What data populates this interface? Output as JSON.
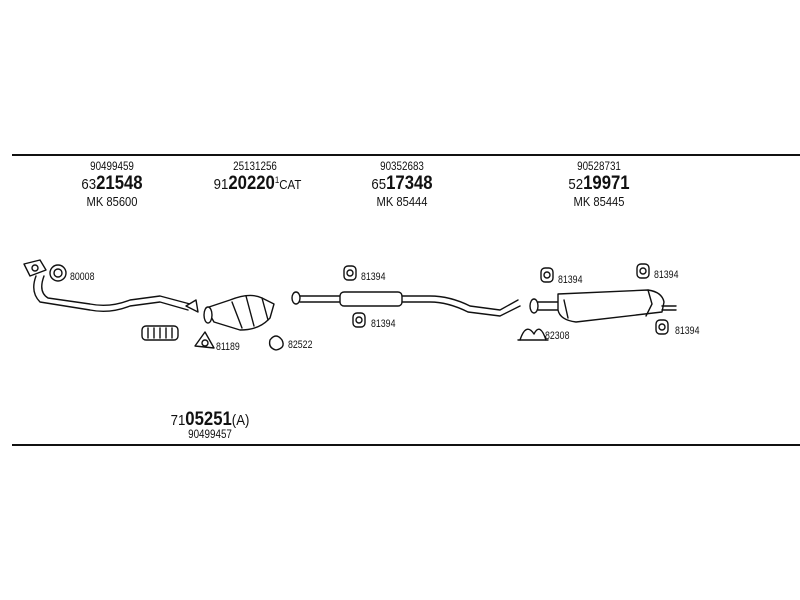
{
  "groups": [
    {
      "oe": "90499459",
      "part_prefix": "63",
      "part_bold": "21548",
      "part_suffix": "",
      "mk": "MK 85600"
    },
    {
      "oe": "25131256",
      "part_prefix": "91",
      "part_bold": "20220",
      "part_suffix": "CAT",
      "mk": ""
    },
    {
      "oe": "90352683",
      "part_prefix": "65",
      "part_bold": "17348",
      "part_suffix": "",
      "mk": "MK 85444"
    },
    {
      "oe": "90528731",
      "part_prefix": "52",
      "part_bold": "19971",
      "part_suffix": "",
      "mk": "MK 85445"
    }
  ],
  "refs": {
    "r80008": "80008",
    "r81189": "81189",
    "r82522": "82522",
    "r81394_a": "81394",
    "r81394_b": "81394",
    "r81394_c": "81394",
    "r81394_d": "81394",
    "r81394_e": "81394",
    "r82308": "82308"
  },
  "bottom": {
    "part_prefix": "71",
    "part_bold": "05251",
    "part_suffix": "(A)",
    "oe": "90499457"
  }
}
